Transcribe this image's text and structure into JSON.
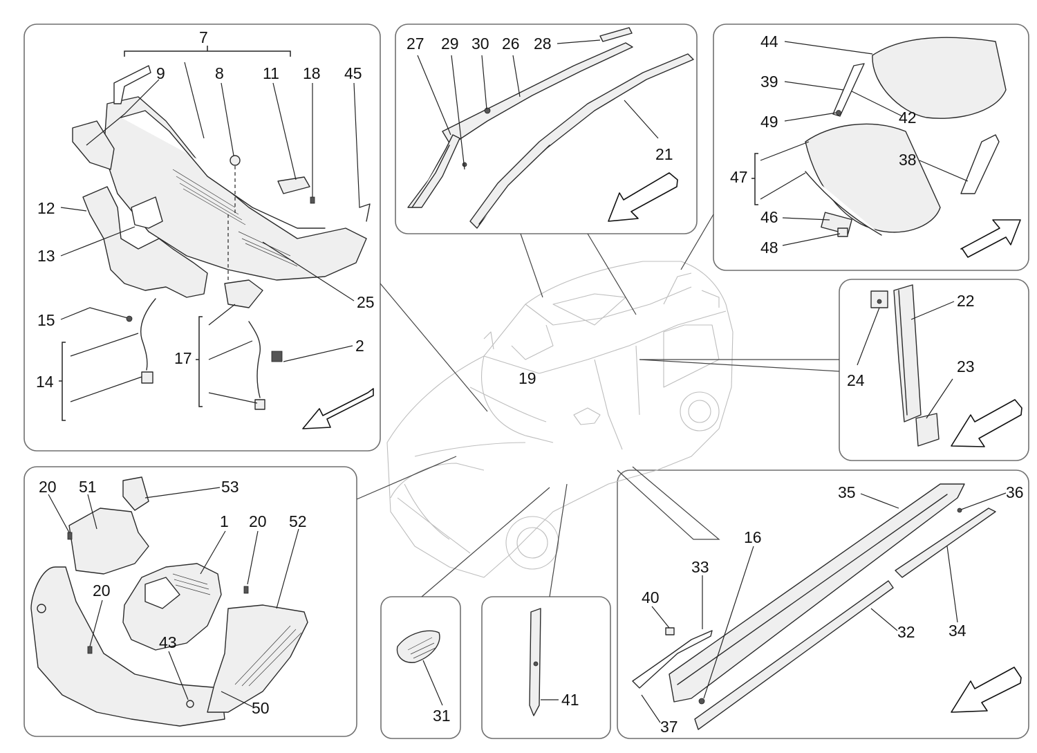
{
  "callouts": {
    "p1": "1",
    "p2": "2",
    "p7": "7",
    "p8": "8",
    "p9": "9",
    "p11": "11",
    "p12": "12",
    "p13": "13",
    "p14": "14",
    "p15": "15",
    "p16": "16",
    "p17": "17",
    "p18": "18",
    "p19": "19",
    "p20a": "20",
    "p20b": "20",
    "p20c": "20",
    "p21": "21",
    "p22": "22",
    "p23": "23",
    "p24": "24",
    "p25": "25",
    "p26": "26",
    "p27": "27",
    "p28": "28",
    "p29": "29",
    "p30": "30",
    "p31": "31",
    "p32": "32",
    "p33": "33",
    "p34": "34",
    "p35": "35",
    "p36": "36",
    "p37": "37",
    "p38": "38",
    "p39": "39",
    "p40": "40",
    "p41": "41",
    "p42": "42",
    "p43": "43",
    "p44": "44",
    "p45": "45",
    "p46": "46",
    "p47": "47",
    "p48": "48",
    "p49": "49",
    "p50": "50",
    "p51": "51",
    "p52": "52",
    "p53": "53"
  },
  "colors": {
    "line": "#2a2a2a",
    "panel_border": "#6f6f6f",
    "car_outline": "#bdbdbd",
    "background": "#ffffff"
  },
  "icons": [
    "direction-arrow-icon"
  ]
}
